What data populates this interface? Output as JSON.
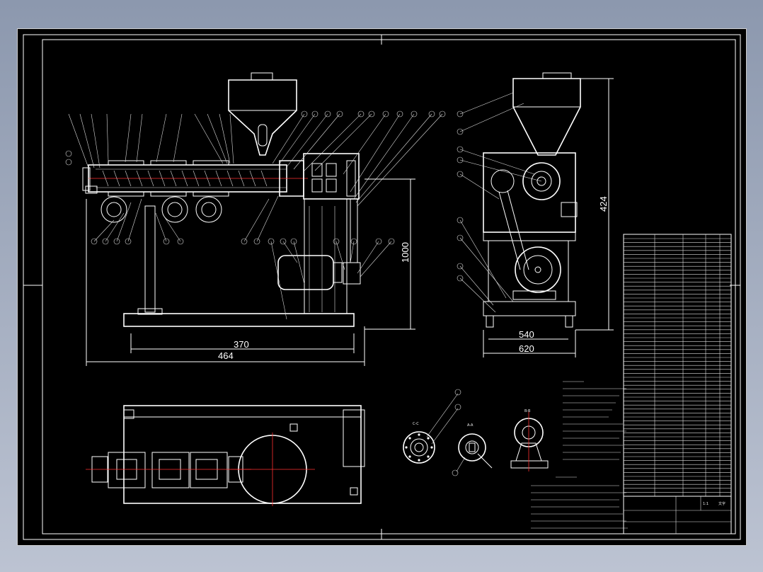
{
  "drawing": {
    "dimensions": {
      "d370": "370",
      "d464": "464",
      "d1000": "1000",
      "d424": "424",
      "d540": "540",
      "d620": "620"
    },
    "section_labels": {
      "cc": "C-C",
      "aa": "A-A",
      "bb": "B-B"
    },
    "title_block": {
      "scale_text": "1:1",
      "sheet_text": "文字"
    },
    "colors": {
      "background": "#000000",
      "lines": "#ffffff",
      "centerline": "#ff3030",
      "frame_bg": "#9aa4b8"
    }
  }
}
